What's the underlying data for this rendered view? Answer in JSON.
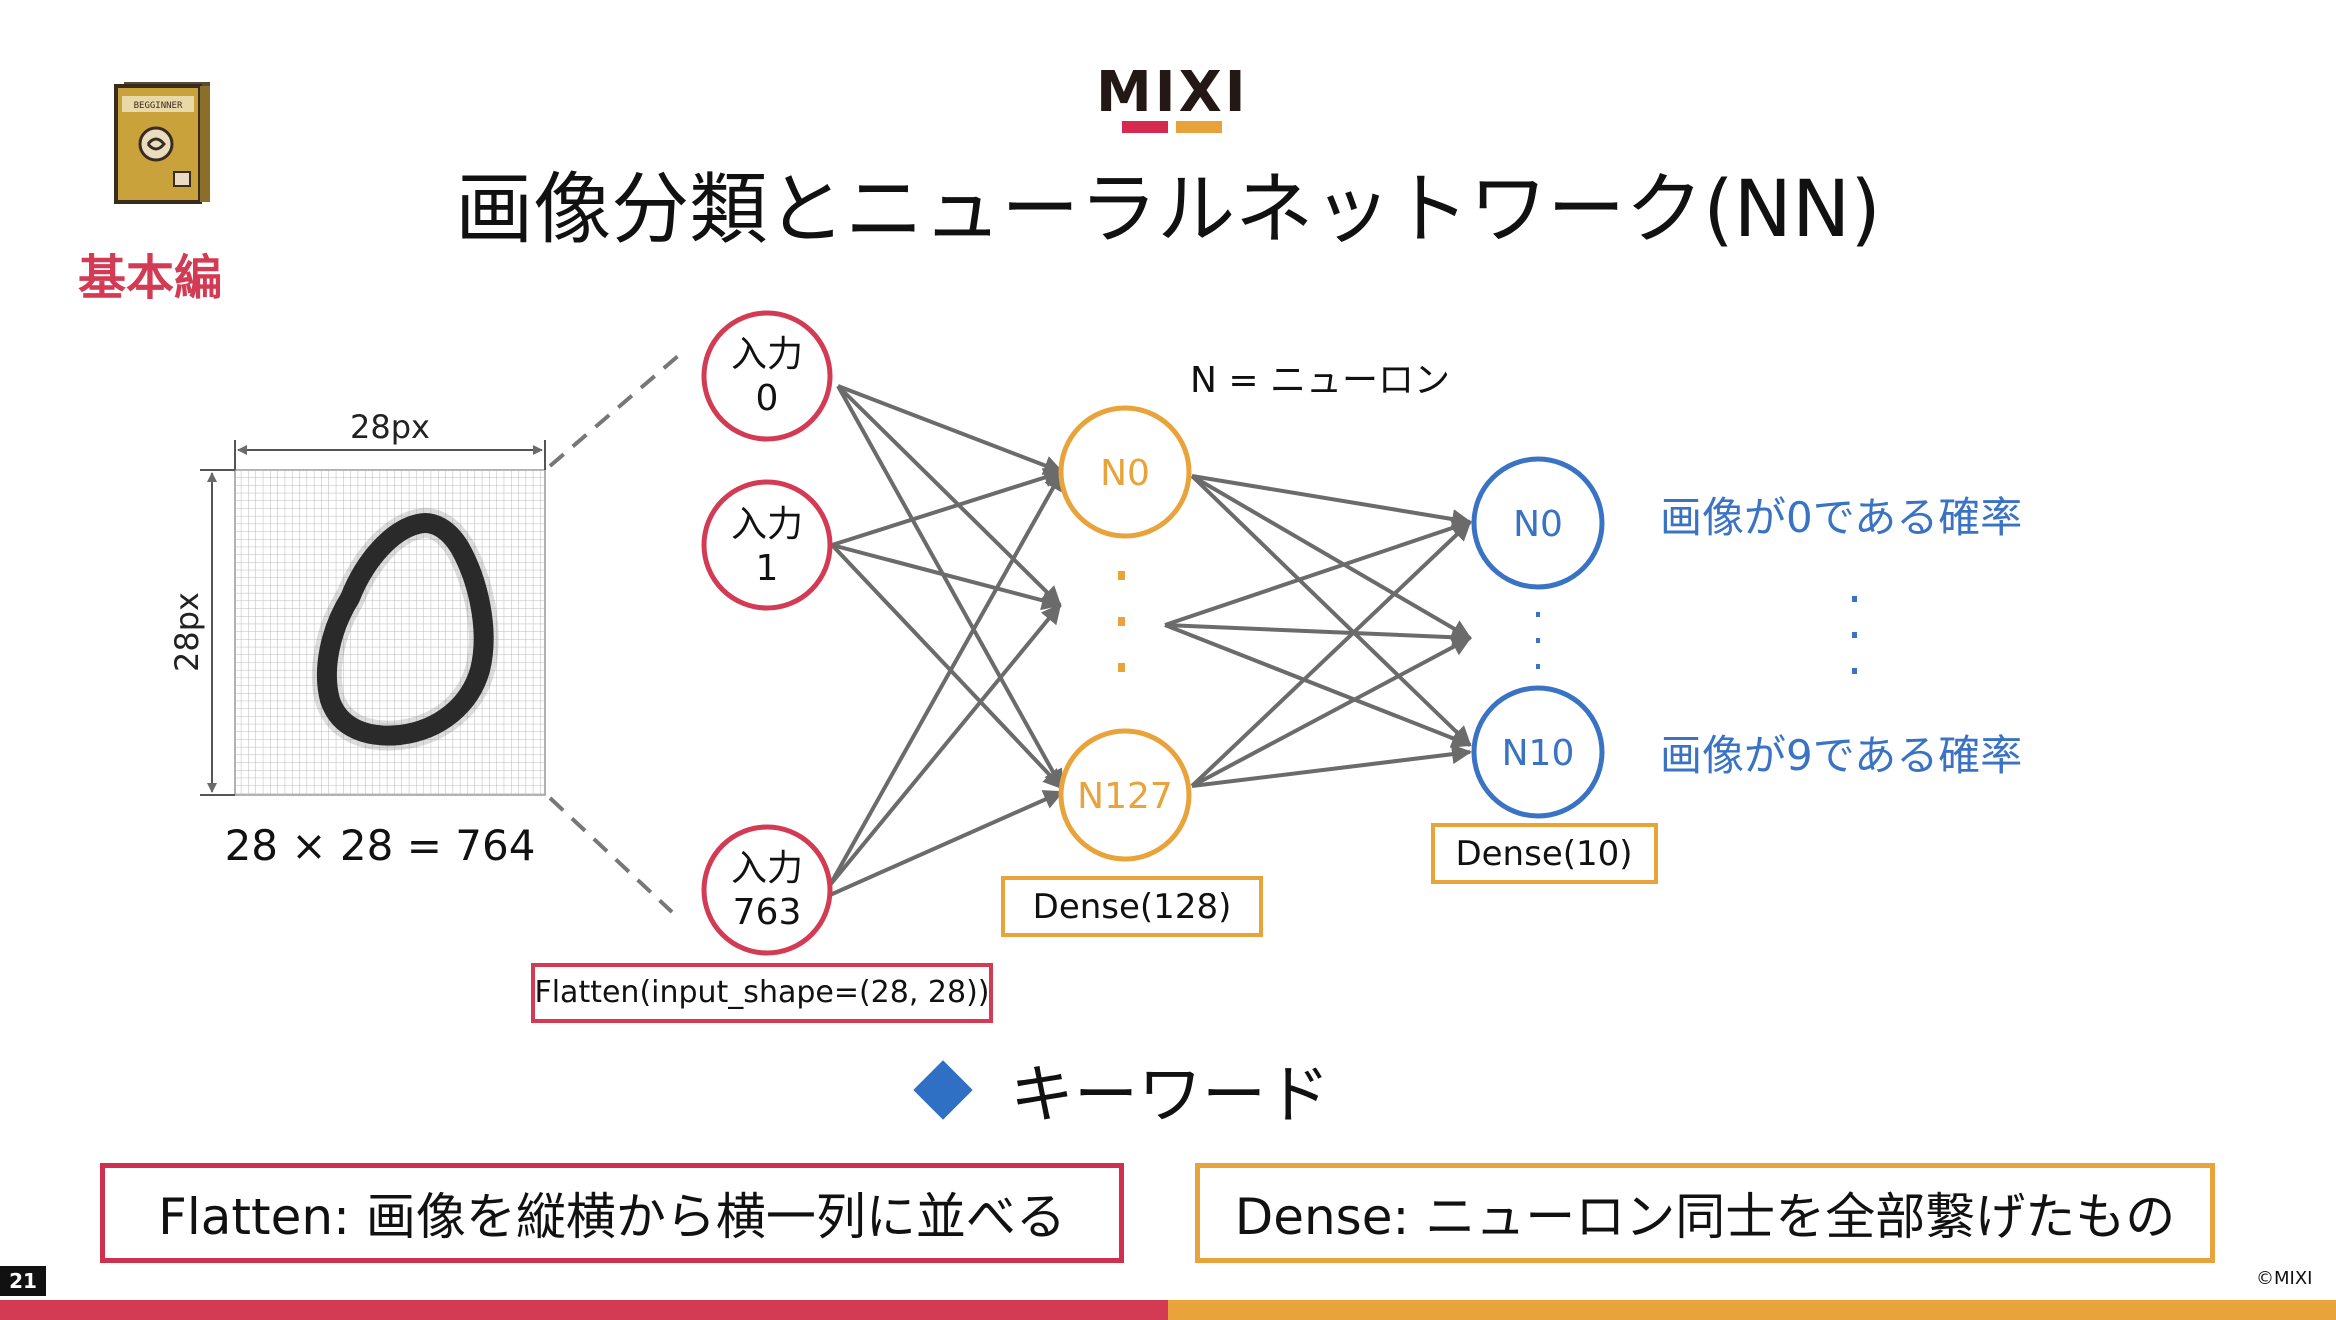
{
  "logo": {
    "text": "MIXI",
    "bar_colors": [
      "#d6294f",
      "#e7a339"
    ]
  },
  "title": "画像分類とニューラルネットワーク(NN)",
  "badge": {
    "book_text": "BEGGINNER",
    "level_label": "基本編",
    "level_color": "#d23b53"
  },
  "image": {
    "width_label": "28px",
    "height_label": "28px",
    "formula": "28 × 28 = 764"
  },
  "legend_note": "N = ニューロン",
  "input_layer": {
    "nodes": [
      {
        "line1": "入力",
        "line2": "0"
      },
      {
        "line1": "入力",
        "line2": "1"
      },
      {
        "line1": "入力",
        "line2": "763"
      }
    ],
    "label": "Flatten(input_shape=(28, 28))",
    "color": "#d23b53"
  },
  "hidden_layer": {
    "nodes": [
      "N0",
      "N127"
    ],
    "label": "Dense(128)",
    "color": "#e8a43a"
  },
  "output_layer": {
    "nodes": [
      "N0",
      "N10"
    ],
    "label": "Dense(10)",
    "color": "#3a73c4",
    "prob_labels": [
      "画像が0である確率",
      "画像が9である確率"
    ]
  },
  "keywords": {
    "title": "キーワード",
    "flatten": "Flatten: 画像を縦横から横一列に並べる",
    "dense": "Dense: ニューロン同士を全部繋げたもの"
  },
  "footer": {
    "page_number": "21",
    "copyright": "©MIXI"
  },
  "colors": {
    "red": "#d23b53",
    "yellow": "#e8a43a",
    "blue": "#3a73c4",
    "arrow": "#6b6b6b"
  }
}
